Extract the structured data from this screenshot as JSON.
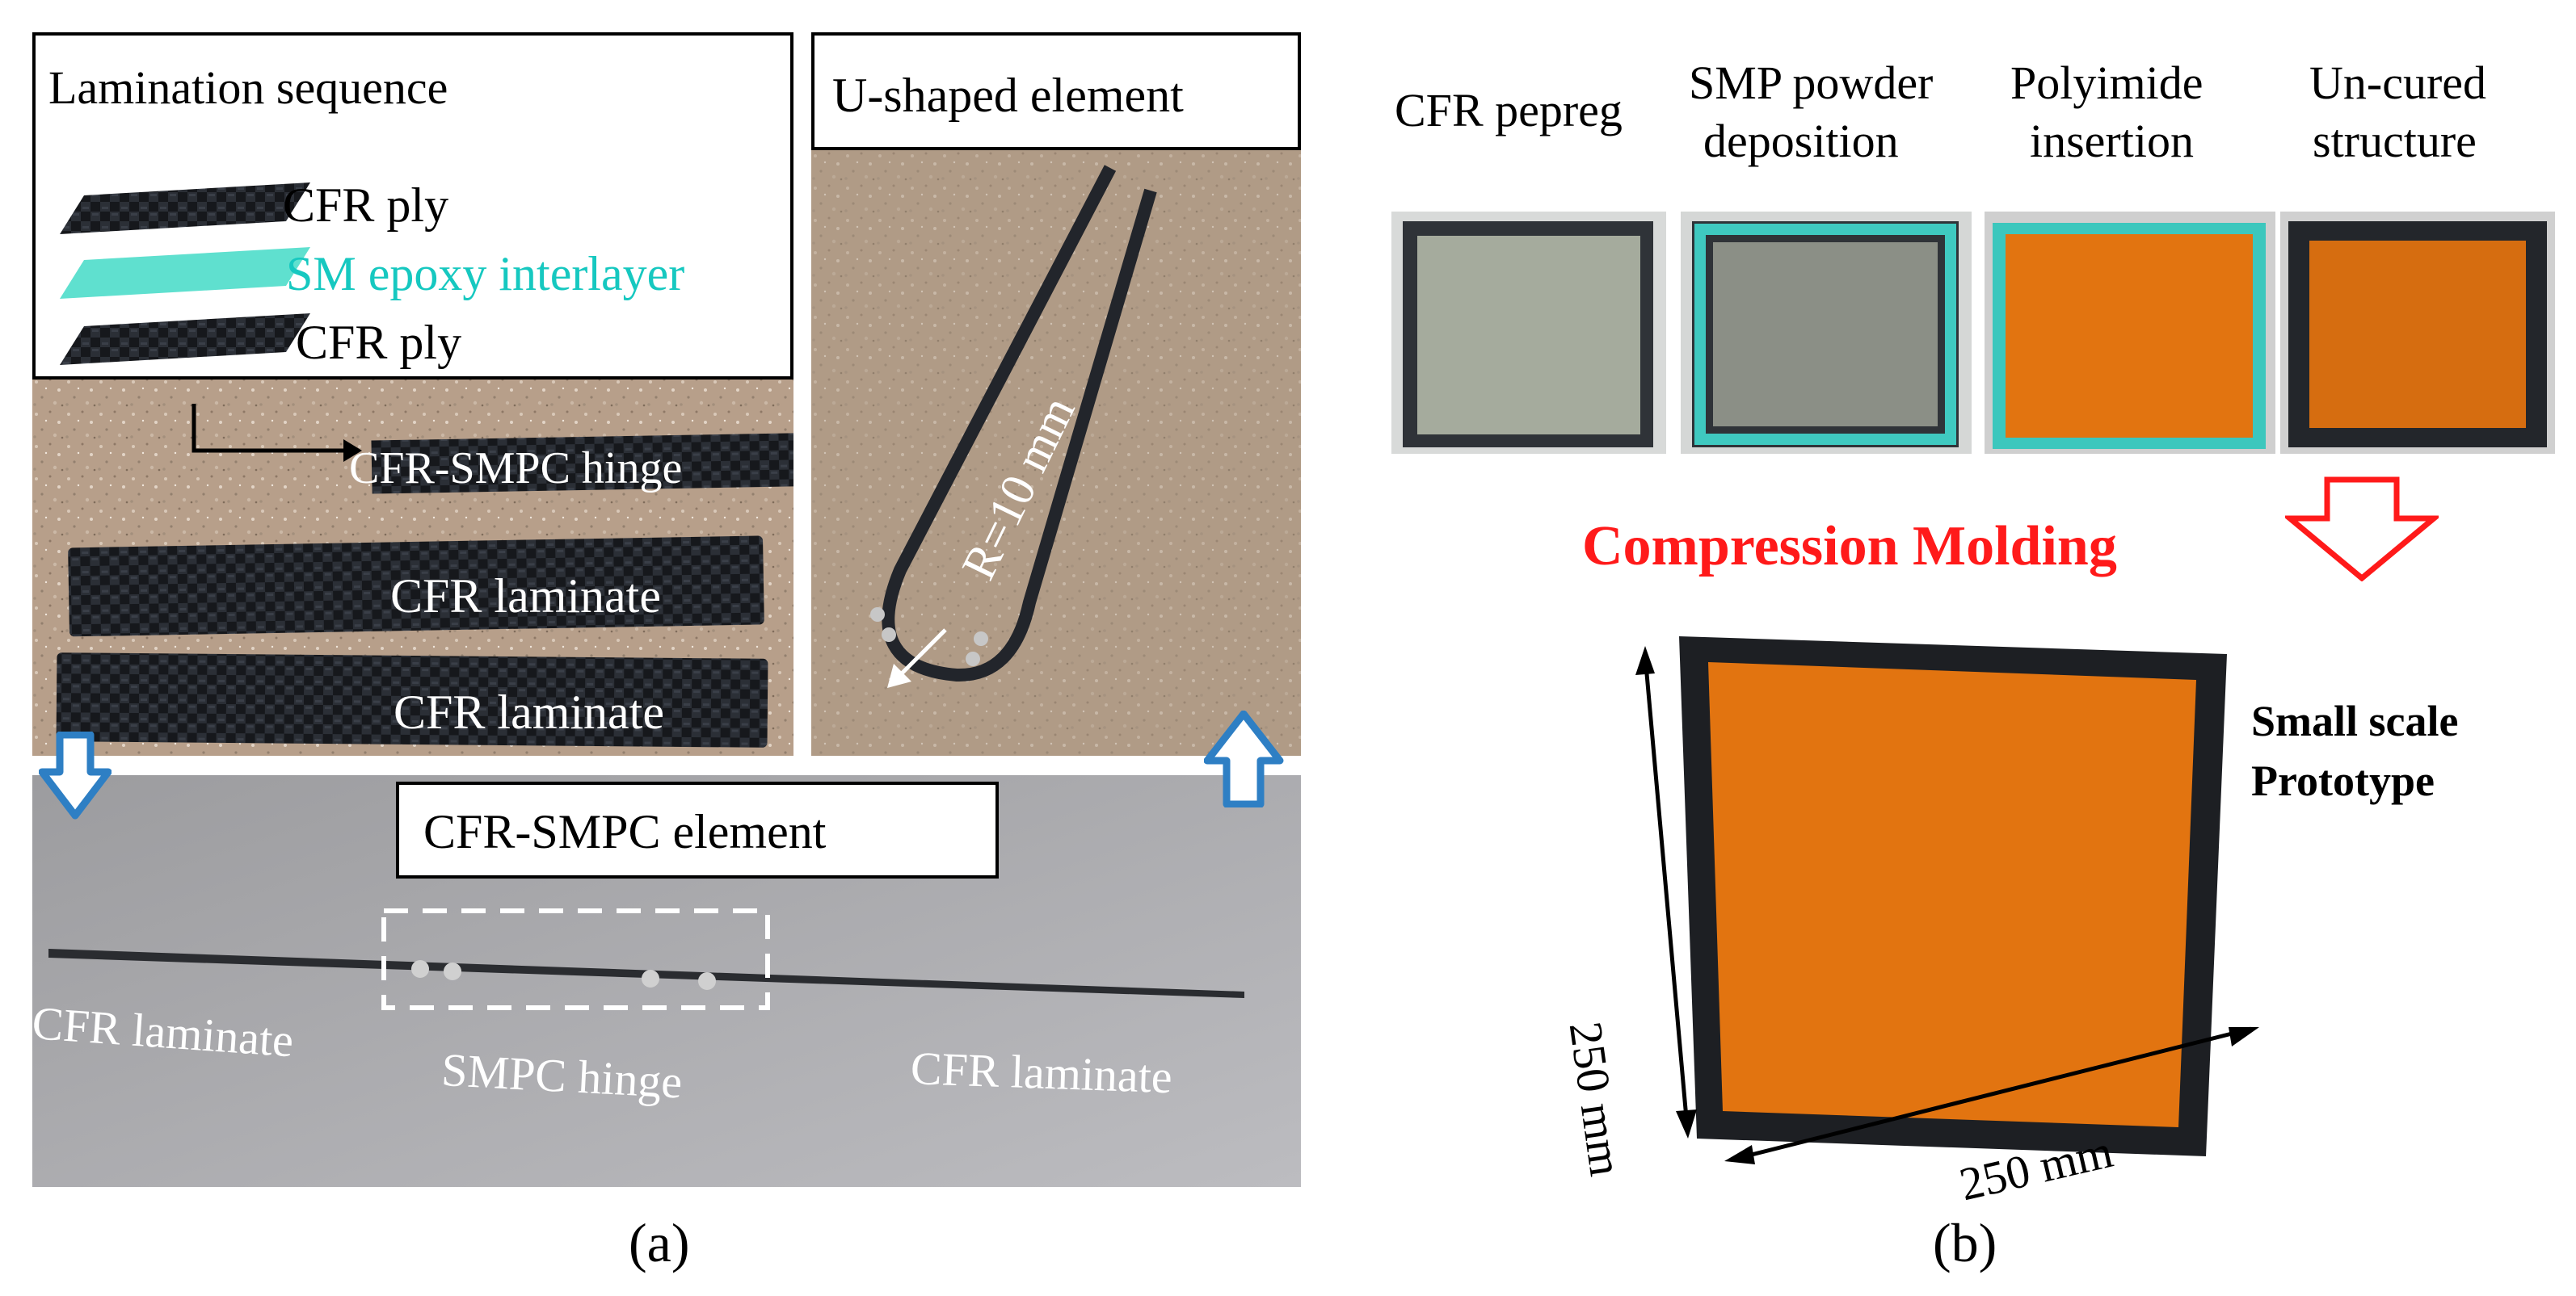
{
  "panel_a": {
    "lamination_title": "Lamination sequence",
    "ply_top": "CFR ply",
    "interlayer": "SM epoxy interlayer",
    "ply_bottom": "CFR ply",
    "hinge_label": "CFR-SMPC hinge",
    "laminate_1": "CFR laminate",
    "laminate_2": "CFR laminate",
    "u_title": "U-shaped element",
    "radius_label": "R=10 mm",
    "element_title": "CFR-SMPC element",
    "left_laminate": "CFR laminate",
    "smpc_hinge": "SMPC hinge",
    "right_laminate": "CFR laminate",
    "caption": "(a)"
  },
  "panel_b": {
    "step_1": "CFR pepreg",
    "step_2_line1": "SMP powder",
    "step_2_line2": "deposition",
    "step_3_line1": "Polyimide",
    "step_3_line2": "insertion",
    "step_4_line1": "Un-cured",
    "step_4_line2": "structure",
    "process": "Compression Molding",
    "prototype_line1": "Small scale",
    "prototype_line2": "Prototype",
    "dim_vertical": "250 mm",
    "dim_horizontal": "250 mm",
    "caption": "(b)"
  },
  "colors": {
    "interlayer_text": "#16c8c0",
    "process_red": "#ff1a1a",
    "arrow_blue": "#2e7fc4",
    "polyimide_orange": "#e27410"
  }
}
